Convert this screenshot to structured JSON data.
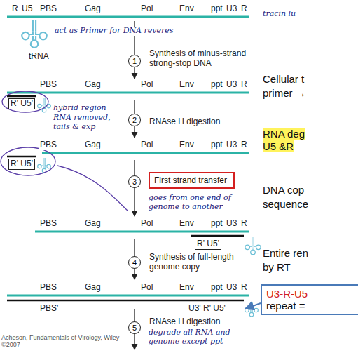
{
  "diagram": {
    "nodes": [
      {
        "text": [
          "1"
        ]
      },
      {
        "text": [
          "2"
        ]
      },
      {
        "text": [
          "3"
        ]
      },
      {
        "text": [
          "4"
        ]
      },
      {
        "text": [
          "5"
        ]
      },
      {
        "text": [
          "First strand transfer"
        ]
      },
      {
        "text": [
          "U3-R-U5",
          "repeat ="
        ]
      }
    ],
    "labels": [
      "R",
      "U5",
      "PBS",
      "Gag",
      "Pol",
      "Env",
      "ppt",
      "U3",
      "R",
      "tRNA",
      "act as Primer for DNA reveres",
      "tracin lu",
      "Synthesis of minus-strand strong-stop DNA",
      "Cellular t",
      "primer →",
      "PBS",
      "Gag",
      "Pol",
      "Env",
      "ppt",
      "U3",
      "R",
      "R' U5'",
      "hybrid region",
      "RNA removed, tails & exp",
      "RNAse H digestion",
      "RNA deg",
      "U5 &R",
      "PBS",
      "Gag",
      "Pol",
      "Env",
      "ppt",
      "U3",
      "R",
      "R' U5'",
      "goes from one end of genome to another",
      "DNA cop",
      "sequence",
      "PBS",
      "Gag",
      "Pol",
      "Env",
      "ppt",
      "U3",
      "R",
      "R' U5'",
      "Synthesis of full-length genome copy",
      "Entire ren",
      "by RT",
      "PBS",
      "Gag",
      "Pol",
      "Env",
      "ppt",
      "U3",
      "R",
      "PBS'",
      "U3' R' U5'",
      "RNAse H digestion",
      "degrade all RNA and genome except ppt",
      "Acheson, Fundamentals of Virology, Wiley ©2007"
    ]
  }
}
